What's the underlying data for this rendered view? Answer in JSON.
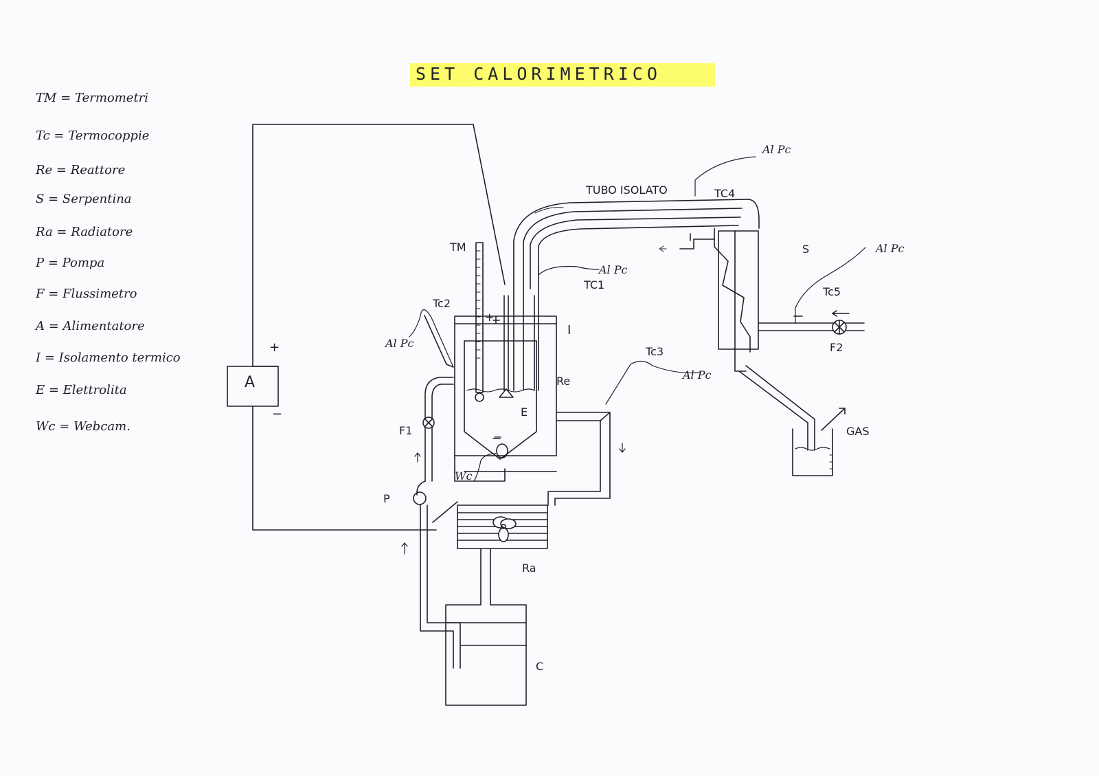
{
  "title": "SET CALORIMETRICO",
  "legend": [
    {
      "text": "TM = Termometri"
    },
    {
      "text": "Tc = Termocoppie"
    },
    {
      "text": "Re = Reattore"
    },
    {
      "text": "S = Serpentina"
    },
    {
      "text": "Ra = Radiatore"
    },
    {
      "text": "P = Pompa"
    },
    {
      "text": "F = Flussimetro"
    },
    {
      "text": "A = Alimentatore"
    },
    {
      "text": "I = Isolamento termico"
    },
    {
      "text": "E = Elettrolita"
    },
    {
      "text": "Wc = Webcam."
    }
  ],
  "labels": {
    "power_supply": "A",
    "plus": "+",
    "minus": "−",
    "tm": "TM",
    "tc1": "TC1",
    "tc2": "Tc2",
    "tc3": "Tc3",
    "tc4": "TC4",
    "tc5": "Tc5",
    "al_pc_tc1": "Al Pc",
    "al_pc_tc2": "Al Pc",
    "al_pc_tc3": "Al Pc",
    "al_pc_tc4": "Al Pc",
    "al_pc_tc5": "Al Pc",
    "tubo_isolato": "TUBO ISOLATO",
    "s": "S",
    "i": "I",
    "re": "Re",
    "e": "E",
    "f1": "F1",
    "f2": "F2",
    "p": "P",
    "wc": "Wc",
    "ra": "Ra",
    "c": "C",
    "gas": "GAS",
    "electrode_plus": "+",
    "electrode_minus": "−"
  }
}
